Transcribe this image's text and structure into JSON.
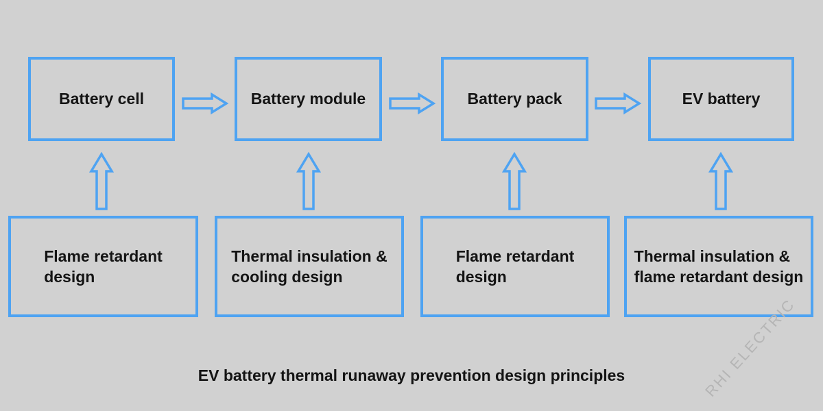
{
  "diagram": {
    "title": "EV battery thermal runaway prevention design principles",
    "watermark": "RHI ELECTRIC",
    "stages": [
      {
        "label": "Battery cell"
      },
      {
        "label": "Battery module"
      },
      {
        "label": "Battery pack"
      },
      {
        "label": "EV battery"
      }
    ],
    "principles": [
      {
        "line1": "Flame retardant",
        "line2": "design"
      },
      {
        "line1": "Thermal insulation &",
        "line2": "cooling design"
      },
      {
        "line1": "Flame retardant",
        "line2": "design"
      },
      {
        "line1": "Thermal insulation &",
        "line2": "flame retardant design"
      }
    ],
    "colors": {
      "accent": "#4ea3f2",
      "background": "#d1d1d1",
      "text": "#141414",
      "watermark": "#b5b5b5"
    }
  }
}
